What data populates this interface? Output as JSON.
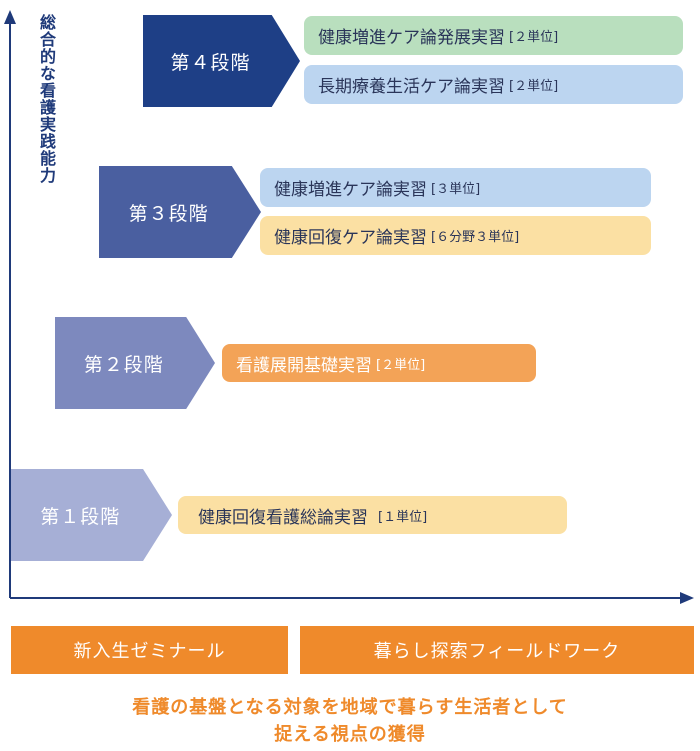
{
  "y_axis_label": "総合的な看護実践能力",
  "stages": [
    {
      "label": "第４段階",
      "color": "#1e3f86"
    },
    {
      "label": "第３段階",
      "color": "#4a5fa0"
    },
    {
      "label": "第２段階",
      "color": "#7d89be"
    },
    {
      "label": "第１段階",
      "color": "#a6afd6"
    }
  ],
  "courses": {
    "s4a": {
      "name": "健康増進ケア論発展実習",
      "credit": "[２単位]"
    },
    "s4b": {
      "name": "長期療養生活ケア論実習",
      "credit": "[２単位]"
    },
    "s3a": {
      "name": "健康増進ケア論実習",
      "credit": "[３単位]"
    },
    "s3b": {
      "name": "健康回復ケア論実習",
      "credit": "[６分野３単位]"
    },
    "s2a": {
      "name": "看護展開基礎実習",
      "credit": "[２単位]"
    },
    "s1a": {
      "name": "健康回復看護総論実習",
      "credit": "[１単位]"
    }
  },
  "bands": {
    "left": "新入生ゼミナール",
    "right": "暮らし探索フィールドワーク"
  },
  "footer": {
    "line1": "看護の基盤となる対象を地域で暮らす生活者として",
    "line2": "捉える視点の獲得"
  }
}
